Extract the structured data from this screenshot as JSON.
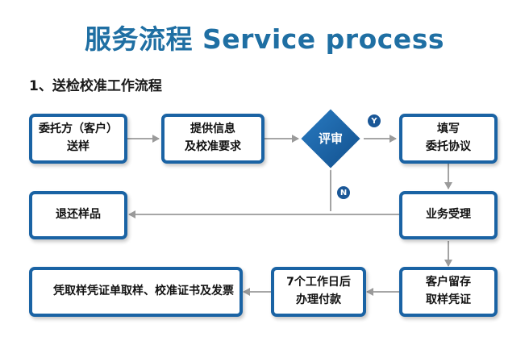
{
  "title": "服务流程 Service process",
  "section_heading": "1、送检校准工作流程",
  "nodes": {
    "client_send": "委托方（客户）\n送样",
    "provide_info": "提供信息\n及校准要求",
    "review": "评审",
    "fill_form": "填写\n委托协议",
    "return_sample": "退还样品",
    "business_accept": "业务受理",
    "pickup": "凭取样凭证单取样、校准证书及发票",
    "processing": "7个工作日后\n办理付款",
    "retain": "客户留存\n取样凭证"
  },
  "branch_labels": {
    "yes": "Y",
    "no": "N"
  },
  "colors": {
    "title": "#1f6fa3",
    "box_border": "#1a63a4",
    "arrow": "#9a9a9a",
    "badge": "#1a5797"
  }
}
